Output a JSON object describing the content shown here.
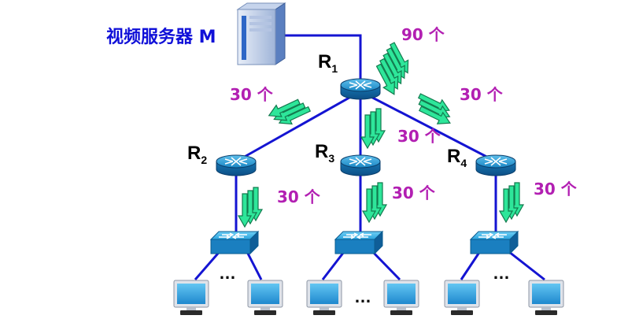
{
  "server": {
    "label": "视频服务器 M"
  },
  "routers": [
    {
      "name": "R",
      "sub": "1"
    },
    {
      "name": "R",
      "sub": "2"
    },
    {
      "name": "R",
      "sub": "3"
    },
    {
      "name": "R",
      "sub": "4"
    }
  ],
  "flows": {
    "server_to_r1": "90 个",
    "r1_to_r2": "30 个",
    "r1_to_r3": "30 个",
    "r1_to_r4": "30 个",
    "r2_to_switch": "30 个",
    "r3_to_switch": "30 个",
    "r4_to_switch": "30 个"
  },
  "ellipsis": "…",
  "colors": {
    "link": "#1414d2",
    "arrow": "#2ee69a",
    "count": "#b21fb2",
    "server_label": "#1010d8",
    "device": "#1e88c8"
  }
}
